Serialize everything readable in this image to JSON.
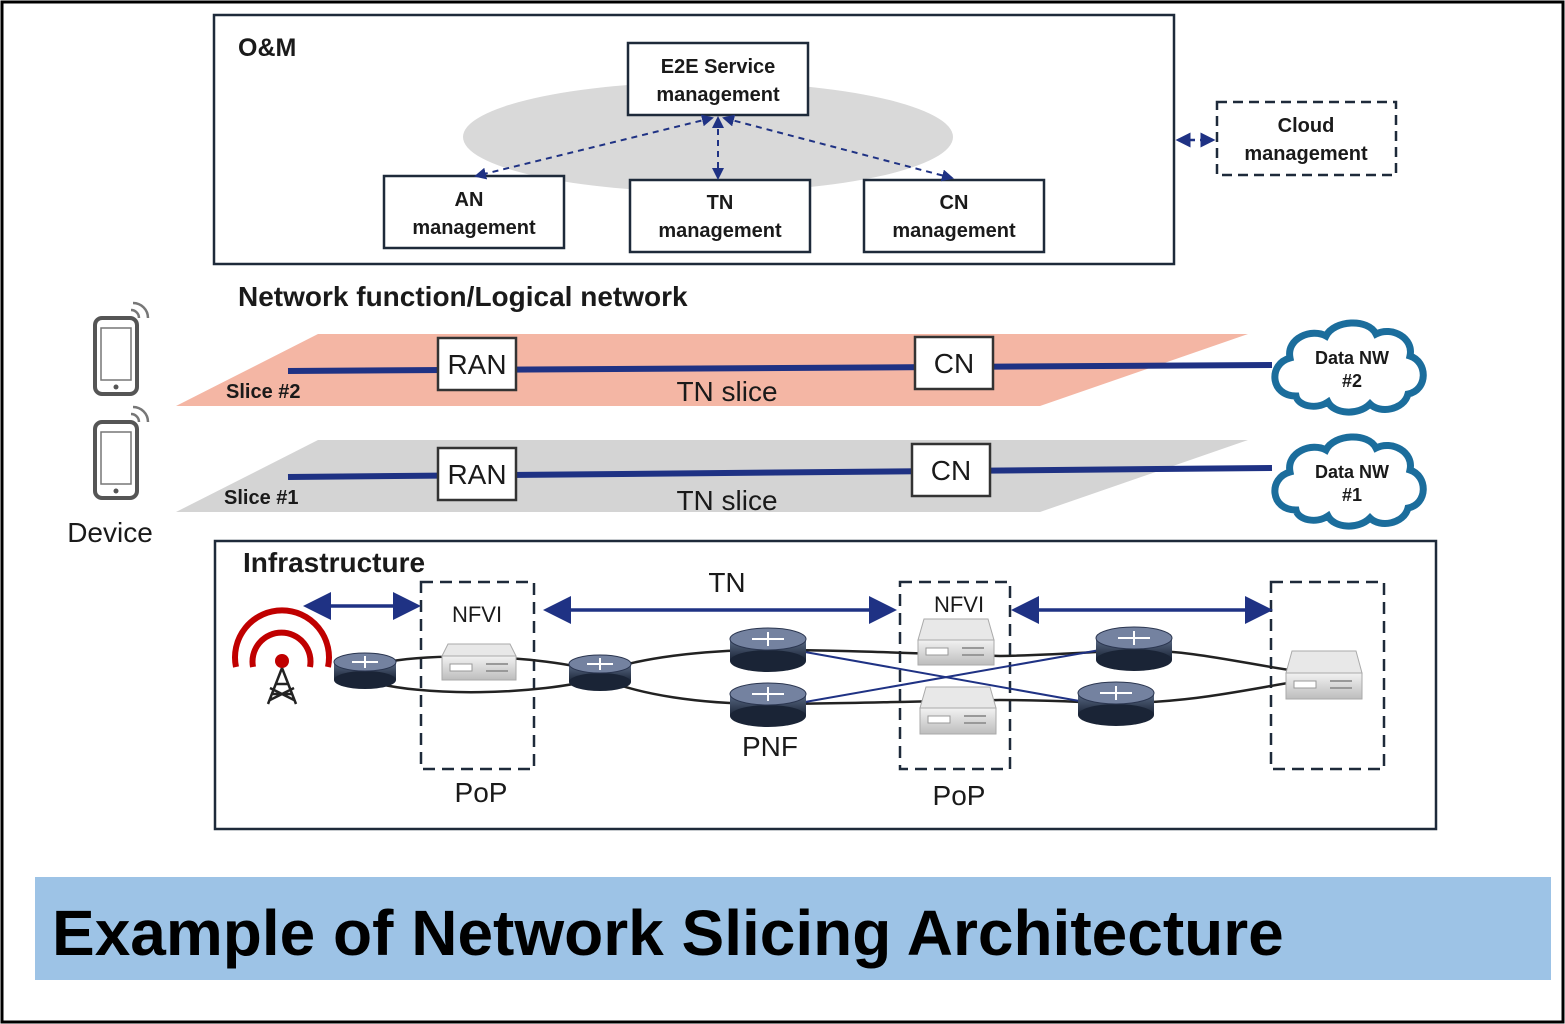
{
  "om": {
    "title": "O&M",
    "e2e": [
      "E2E Service",
      "management"
    ],
    "an": [
      "AN",
      "management"
    ],
    "tn": [
      "TN",
      "management"
    ],
    "cn": [
      "CN",
      "management"
    ],
    "cloud": [
      "Cloud",
      "management"
    ]
  },
  "network": {
    "title": "Network function/Logical network",
    "slice2": {
      "label": "Slice #2",
      "ran": "RAN",
      "cn": "CN",
      "tn": "TN slice",
      "data": [
        "Data NW",
        "#2"
      ],
      "color": "#f4b6a4"
    },
    "slice1": {
      "label": "Slice #1",
      "ran": "RAN",
      "cn": "CN",
      "tn": "TN slice",
      "data": [
        "Data NW",
        "#1"
      ],
      "color": "#d4d4d4"
    },
    "device": "Device"
  },
  "infra": {
    "title": "Infrastructure",
    "tn": "TN",
    "nfvi1": "NFVI",
    "nfvi2": "NFVI",
    "pnf": "PNF",
    "pop1": "PoP",
    "pop2": "PoP"
  },
  "banner": {
    "text": "Example of Network Slicing Architecture",
    "color": "#9dc3e6"
  },
  "colors": {
    "navy": "#1f3284",
    "cloud": "#1b6d9c",
    "antenna": "#c00000",
    "frame": "#1e2a3a"
  }
}
